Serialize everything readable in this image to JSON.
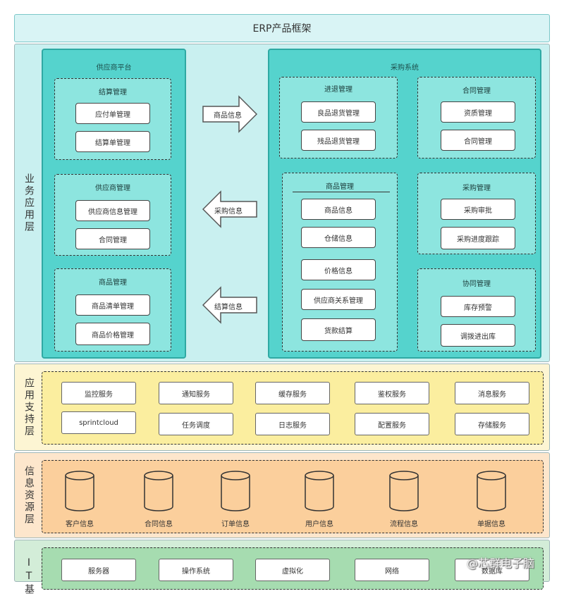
{
  "title": "ERP产品框架",
  "layers": {
    "business": "业务应用层",
    "support": "应用支持层",
    "resource": "信息资源层",
    "it": "IT基"
  },
  "supplier_platform": {
    "title": "供应商平台",
    "groups": [
      {
        "title": "结算管理",
        "items": [
          "应付单管理",
          "结算单管理"
        ]
      },
      {
        "title": "供应商管理",
        "items": [
          "供应商信息管理",
          "合同管理"
        ]
      },
      {
        "title": "商品管理",
        "items": [
          "商品清单管理",
          "商品价格管理"
        ]
      }
    ]
  },
  "arrows": [
    "商品信息",
    "采购信息",
    "结算信息"
  ],
  "purchase_system": {
    "title": "采购系统",
    "return_mgmt": {
      "title": "进退管理",
      "items": [
        "良品退货管理",
        "残品退货管理"
      ]
    },
    "contract_mgmt": {
      "title": "合同管理",
      "items": [
        "资质管理",
        "合同管理"
      ]
    },
    "product_mgmt": {
      "title": "商品管理",
      "items": [
        "商品信息",
        "仓储信息",
        "价格信息",
        "供应商关系管理",
        "货款结算"
      ]
    },
    "purchase_mgmt": {
      "title": "采购管理",
      "items": [
        "采购审批",
        "采购进度跟踪"
      ]
    },
    "collab_mgmt": {
      "title": "协同管理",
      "items": [
        "库存预警",
        "调拨进出库"
      ]
    }
  },
  "services": [
    "监控服务",
    "通知服务",
    "缓存服务",
    "鉴权服务",
    "消息服务",
    "sprintcloud",
    "任务调度",
    "日志服务",
    "配置服务",
    "存储服务"
  ],
  "databases": [
    "客户信息",
    "合同信息",
    "订单信息",
    "用户信息",
    "流程信息",
    "单据信息"
  ],
  "it_items": [
    "服务器",
    "操作系统",
    "虚拟化",
    "网络",
    "数据库"
  ],
  "watermark": "@芯群电子脑",
  "colors": {
    "business_bg": "#c9f0f0",
    "panel": "#55d3cd",
    "group": "#8de5df",
    "support_bg": "#fdf5d3",
    "support_inner": "#fbee9f",
    "resource_bg": "#fde6cc",
    "resource_inner": "#fbcf9c",
    "it_bg": "#d3edd8",
    "it_inner": "#a6dcb0"
  }
}
